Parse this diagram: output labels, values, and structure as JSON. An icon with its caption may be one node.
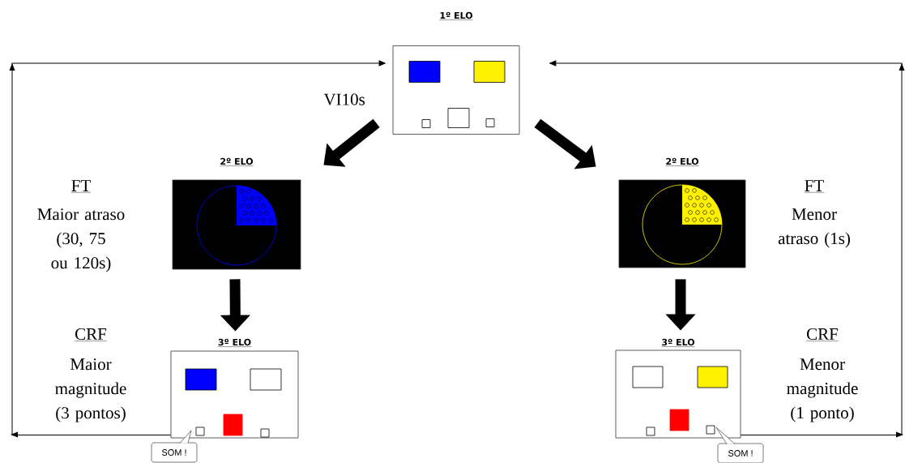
{
  "diagram": {
    "nodes": [
      {
        "text": [
          "1º ELO"
        ]
      },
      {
        "text": [
          "2º ELO"
        ],
        "beside": [
          "FT",
          "Maior atraso (30, 75 ou 120s)"
        ]
      },
      {
        "text": [
          "2º ELO"
        ],
        "beside": [
          "FT",
          "Menor atraso (1s)"
        ]
      },
      {
        "text": [
          "3º ELO"
        ],
        "beside": [
          "CRF",
          "Maior magnitude (3 pontos)"
        ]
      },
      {
        "text": [
          "3º ELO"
        ],
        "beside": [
          "CRF",
          "Menor magnitude (1 ponto)"
        ]
      },
      {
        "text": [
          "SOM !"
        ]
      },
      {
        "text": [
          "SOM !"
        ]
      }
    ],
    "edges": [
      {
        "from": 0,
        "to": 1,
        "arrow": "to",
        "label": "VI10s"
      },
      {
        "from": 0,
        "to": 2,
        "arrow": "to"
      },
      {
        "from": 1,
        "to": 3,
        "arrow": "to"
      },
      {
        "from": 2,
        "to": 4,
        "arrow": "to"
      },
      {
        "from": 3,
        "to": 0,
        "arrow": "to"
      },
      {
        "from": 4,
        "to": 0,
        "arrow": "to"
      }
    ]
  }
}
